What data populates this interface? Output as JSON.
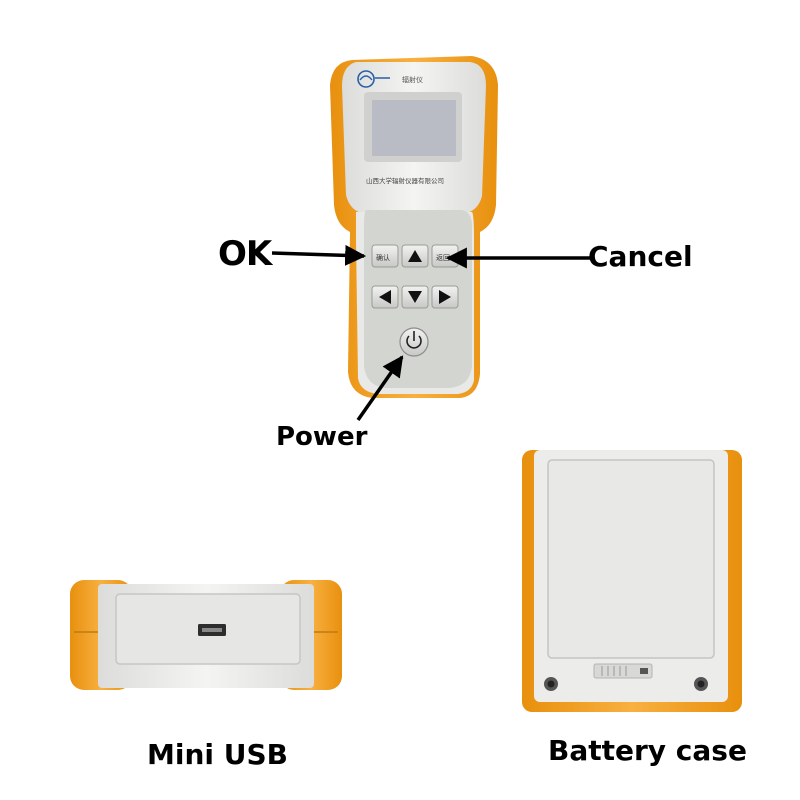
{
  "labels": {
    "ok": "OK",
    "cancel": "Cancel",
    "power": "Power",
    "mini_usb": "Mini USB",
    "battery_case": "Battery case"
  },
  "device": {
    "model_text": "辐射仪",
    "company_text": "山西大学辐射仪器有限公司",
    "key_left_top": "确认",
    "key_right_top": "返回"
  },
  "colors": {
    "housing_orange": "#f5a623",
    "panel_grey": "#d4d6d2",
    "shell_white": "#eeeeec",
    "screen": "#b9bcc4"
  },
  "icons": [
    "up-arrow-icon",
    "down-arrow-icon",
    "left-arrow-icon",
    "right-arrow-icon",
    "power-icon",
    "usb-port-icon"
  ]
}
